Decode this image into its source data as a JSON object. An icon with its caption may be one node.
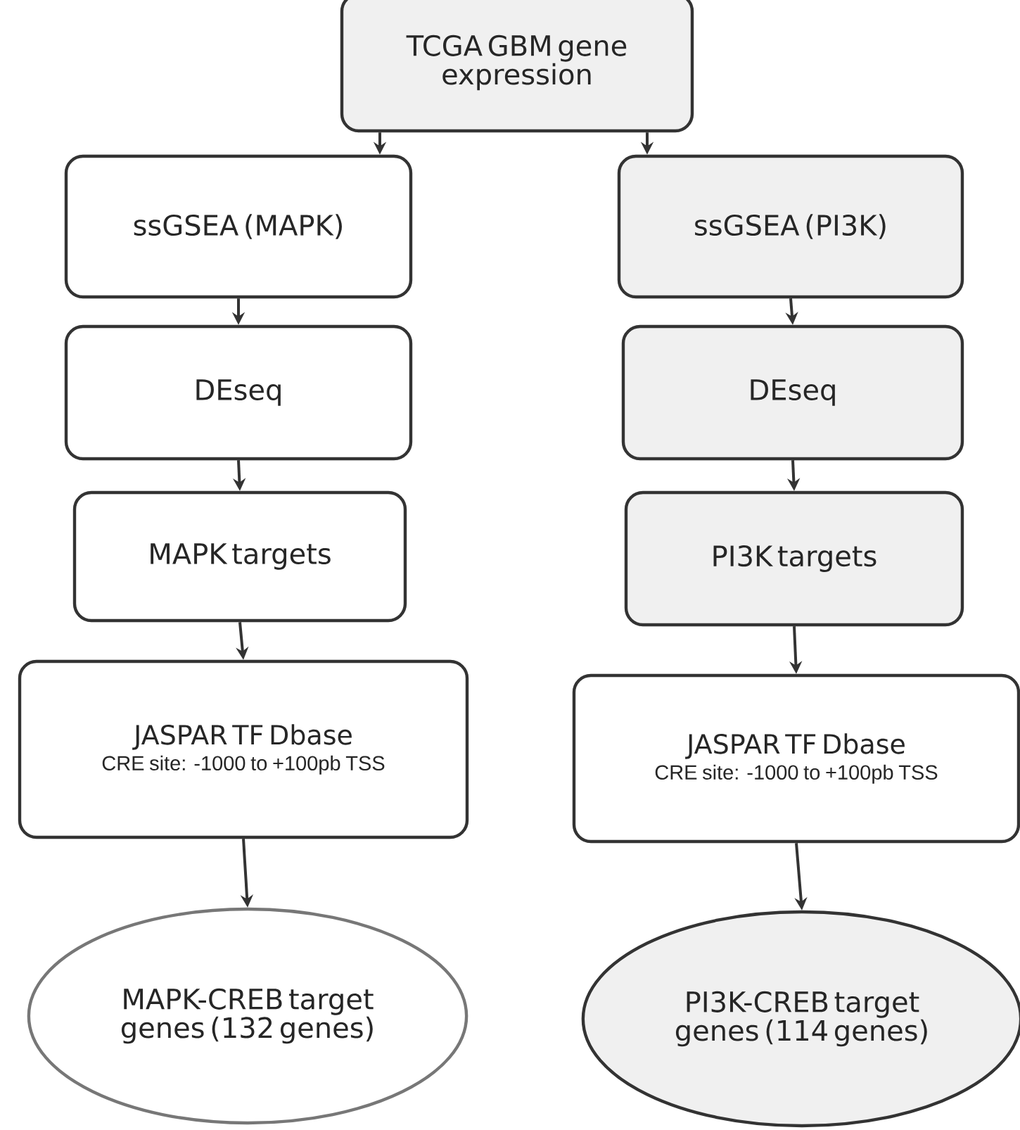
{
  "diagram": {
    "nodes": [
      {
        "text": [
          "TCGA GBM gene expression"
        ]
      },
      {
        "text": [
          "ssGSEA (MAPK)"
        ]
      },
      {
        "text": [
          "DEseq"
        ]
      },
      {
        "text": [
          "MAPK targets"
        ]
      },
      {
        "text": [
          "JASPAR TF Dbase",
          "CRE site: -1000 to +100pb TSS"
        ]
      },
      {
        "text": [
          "MAPK-CREB target genes (132 genes)"
        ]
      },
      {
        "text": [
          "ssGSEA (PI3K)"
        ]
      },
      {
        "text": [
          "DEseq"
        ]
      },
      {
        "text": [
          "PI3K targets"
        ]
      },
      {
        "text": [
          "JASPAR TF Dbase",
          "CRE site: -1000 to +100pb TSS"
        ]
      },
      {
        "text": [
          "PI3K-CREB target genes (114 genes)"
        ]
      }
    ],
    "edges": [
      {
        "from": 0,
        "to": 1,
        "arrow": "to"
      },
      {
        "from": 0,
        "to": 6,
        "arrow": "to"
      },
      {
        "from": 1,
        "to": 2,
        "arrow": "to"
      },
      {
        "from": 2,
        "to": 3,
        "arrow": "to"
      },
      {
        "from": 3,
        "to": 4,
        "arrow": "to"
      },
      {
        "from": 4,
        "to": 5,
        "arrow": "to"
      },
      {
        "from": 6,
        "to": 7,
        "arrow": "to"
      },
      {
        "from": 7,
        "to": 8,
        "arrow": "to"
      },
      {
        "from": 8,
        "to": 9,
        "arrow": "to"
      },
      {
        "from": 9,
        "to": 10,
        "arrow": "to"
      }
    ]
  }
}
